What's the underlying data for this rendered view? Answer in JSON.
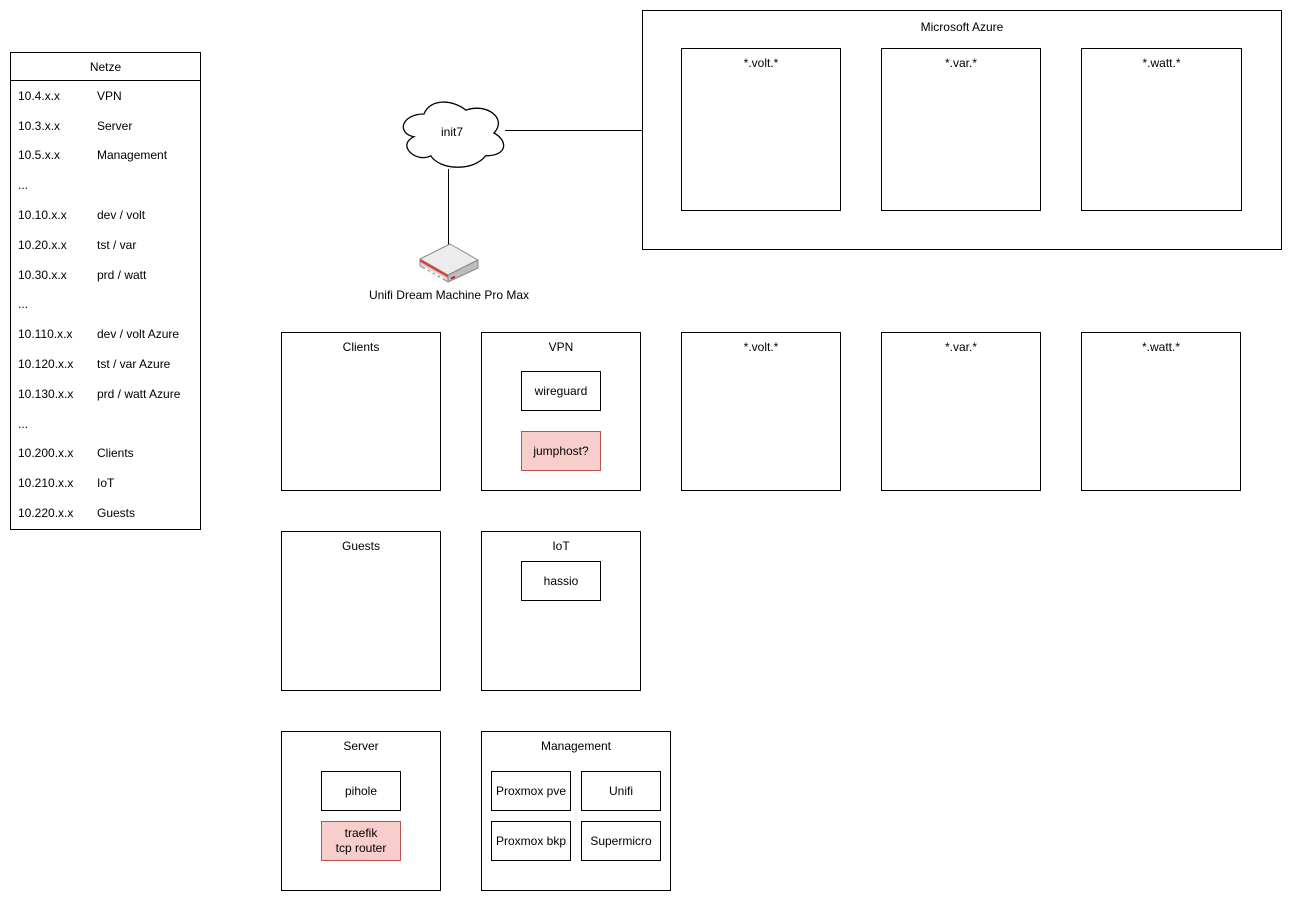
{
  "diagram": {
    "netze_table": {
      "title": "Netze",
      "rows": [
        {
          "ip": "10.4.x.x",
          "label": "VPN"
        },
        {
          "ip": "10.3.x.x",
          "label": "Server"
        },
        {
          "ip": "10.5.x.x",
          "label": "Management"
        },
        {
          "ip": "...",
          "label": ""
        },
        {
          "ip": "10.10.x.x",
          "label": "dev / volt"
        },
        {
          "ip": "10.20.x.x",
          "label": "tst / var"
        },
        {
          "ip": "10.30.x.x",
          "label": "prd / watt"
        },
        {
          "ip": "...",
          "label": ""
        },
        {
          "ip": "10.110.x.x",
          "label": "dev / volt Azure"
        },
        {
          "ip": "10.120.x.x",
          "label": "tst / var Azure"
        },
        {
          "ip": "10.130.x.x",
          "label": "prd / watt Azure"
        },
        {
          "ip": "...",
          "label": ""
        },
        {
          "ip": "10.200.x.x",
          "label": "Clients"
        },
        {
          "ip": "10.210.x.x",
          "label": "IoT"
        },
        {
          "ip": "10.220.x.x",
          "label": "Guests"
        }
      ]
    },
    "internet": {
      "label": "init7"
    },
    "router": {
      "label": "Unifi Dream Machine Pro Max"
    },
    "azure": {
      "title": "Microsoft Azure",
      "boxes": [
        {
          "label": "*.volt.*"
        },
        {
          "label": "*.var.*"
        },
        {
          "label": "*.watt.*"
        }
      ]
    },
    "networks": {
      "clients": {
        "title": "Clients"
      },
      "vpn": {
        "title": "VPN",
        "nodes": [
          {
            "label": "wireguard"
          },
          {
            "label": "jumphost?"
          }
        ]
      },
      "volt": {
        "title": "*.volt.*"
      },
      "var": {
        "title": "*.var.*"
      },
      "watt": {
        "title": "*.watt.*"
      },
      "guests": {
        "title": "Guests"
      },
      "iot": {
        "title": "IoT",
        "nodes": [
          {
            "label": "hassio"
          }
        ]
      },
      "server": {
        "title": "Server",
        "nodes": [
          {
            "label": "pihole"
          },
          {
            "label": "traefik\ntcp router"
          }
        ]
      },
      "management": {
        "title": "Management",
        "nodes": [
          {
            "label": "Proxmox pve"
          },
          {
            "label": "Unifi"
          },
          {
            "label": "Proxmox bkp"
          },
          {
            "label": "Supermicro"
          }
        ]
      }
    },
    "colors": {
      "highlight_fill": "#f8cecc",
      "highlight_border": "#b85450",
      "line": "#000000"
    }
  }
}
